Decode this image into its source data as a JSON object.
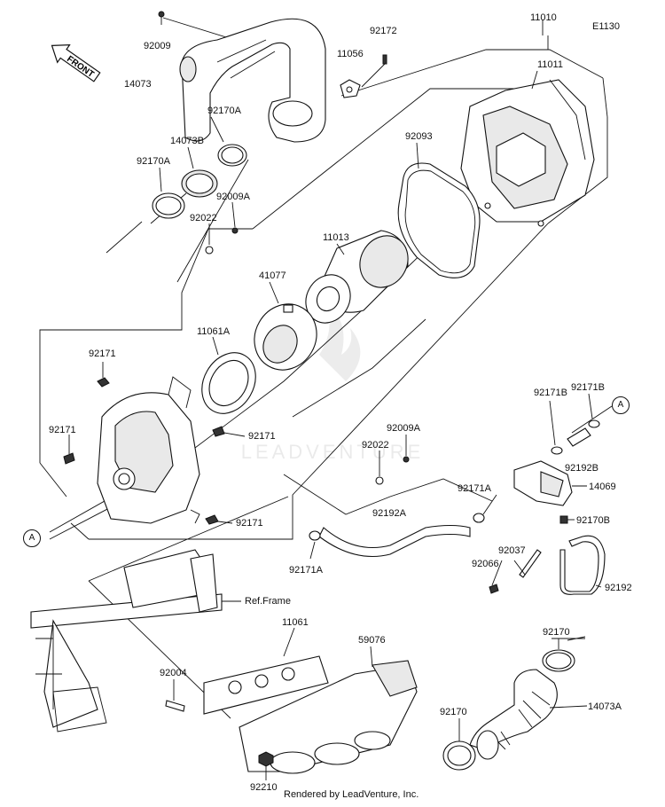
{
  "diagram_code": "E1130",
  "front_label": "FRONT",
  "ref_frame_label": "Ref.Frame",
  "credit": "Rendered by LeadVenture, Inc.",
  "watermark": "LEADVENTURE",
  "callout_letter": "A",
  "labels": {
    "p92009_top": "92009",
    "p14073": "14073",
    "p92172": "92172",
    "p11056": "11056",
    "p11010": "11010",
    "p11011": "11011",
    "p92170A_top": "92170A",
    "p14073B": "14073B",
    "p92170A_left": "92170A",
    "p92009A_mid": "92009A",
    "p92022_mid": "92022",
    "p92093": "92093",
    "p11013": "11013",
    "p41077": "41077",
    "p11061A": "11061A",
    "p92171_a": "92171",
    "p92171_b": "92171",
    "p92171_c": "92171",
    "p92171_d": "92171",
    "p92009A_right": "92009A",
    "p92022_right": "92022",
    "p92171B_a": "92171B",
    "p92171B_b": "92171B",
    "p92192B": "92192B",
    "p14069": "14069",
    "p92171A_a": "92171A",
    "p92192A": "92192A",
    "p92170B": "92170B",
    "p92037": "92037",
    "p92066": "92066",
    "p92192": "92192",
    "p92171A_b": "92171A",
    "p11061": "11061",
    "p59076": "59076",
    "p92004": "92004",
    "p92210": "92210",
    "p92170_a": "92170",
    "p92170_b": "92170",
    "p14073A": "14073A"
  }
}
